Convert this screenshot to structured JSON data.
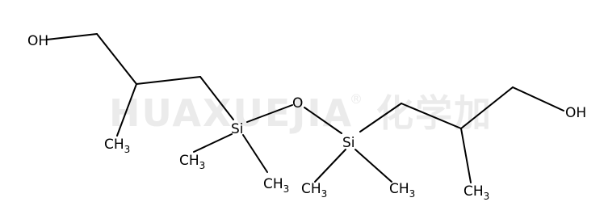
{
  "watermark": {
    "text": "HUAXUEJIA",
    "registered": "®",
    "cjk": "化学加"
  },
  "atoms": {
    "oh_left": "OH",
    "ch3_left_main": "CH",
    "ch3_left_sub": "3",
    "si_left": "Si",
    "o_bridge": "O",
    "si_right": "Si",
    "si_left_me1_main": "CH",
    "si_left_me1_sub": "3",
    "si_left_me2_main": "CH",
    "si_left_me2_sub": "3",
    "si_right_me1_main": "CH",
    "si_right_me1_sub": "3",
    "si_right_me2_main": "CH",
    "si_right_me2_sub": "3",
    "ch3_right_main": "CH",
    "ch3_right_sub": "3",
    "oh_right": "OH"
  },
  "colors": {
    "bond": "#000000",
    "watermark": "#ebebeb"
  }
}
